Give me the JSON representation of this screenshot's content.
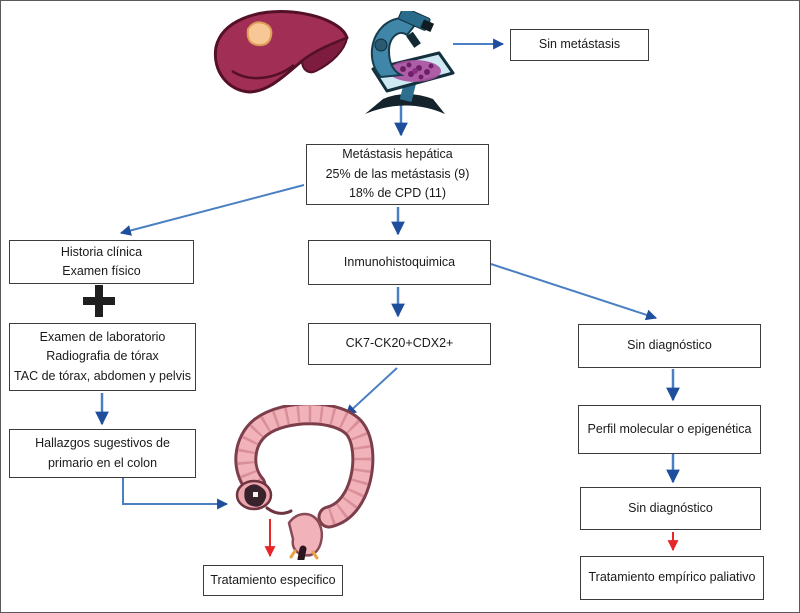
{
  "nodes": {
    "sin_metastasis": {
      "lines": [
        "Sin metástasis"
      ]
    },
    "metastasis_hepatica": {
      "lines": [
        "Metástasis hepática",
        "25% de las metástasis (9)",
        "18% de CPD (11)"
      ]
    },
    "historia_clinica": {
      "lines": [
        "Historia clínica",
        "Examen físico"
      ]
    },
    "examen_laboratorio": {
      "lines": [
        "Examen de laboratorio",
        "Radiografia de tórax",
        "TAC de tórax, abdomen y pelvis"
      ]
    },
    "hallazgos": {
      "lines": [
        "Hallazgos sugestivos de",
        "primario en el colon"
      ]
    },
    "inmunohistoquimica": {
      "lines": [
        "Inmunohistoquimica"
      ]
    },
    "ck7": {
      "lines": [
        "CK7-CK20+CDX2+"
      ]
    },
    "sin_diagnostico_1": {
      "lines": [
        "Sin diagnóstico"
      ]
    },
    "perfil_molecular": {
      "lines": [
        "Perfil molecular o epigenética"
      ]
    },
    "sin_diagnostico_2": {
      "lines": [
        "Sin diagnóstico"
      ]
    },
    "tratamiento_especifico": {
      "lines": [
        "Tratamiento especifico"
      ]
    },
    "tratamiento_empirico": {
      "lines": [
        "Tratamiento empírico paliativo"
      ]
    }
  },
  "icons": {
    "liver": "liver-icon",
    "microscope": "microscope-icon",
    "colon": "colon-icon",
    "plus": "plus-icon"
  },
  "colors": {
    "arrow_blue": "#4a80c2",
    "arrow_blue_head": "#1f4e9c",
    "arrow_red": "#e8262a",
    "box_border": "#3c3c3c",
    "text": "#1a1a1a",
    "background": "#ffffff"
  }
}
